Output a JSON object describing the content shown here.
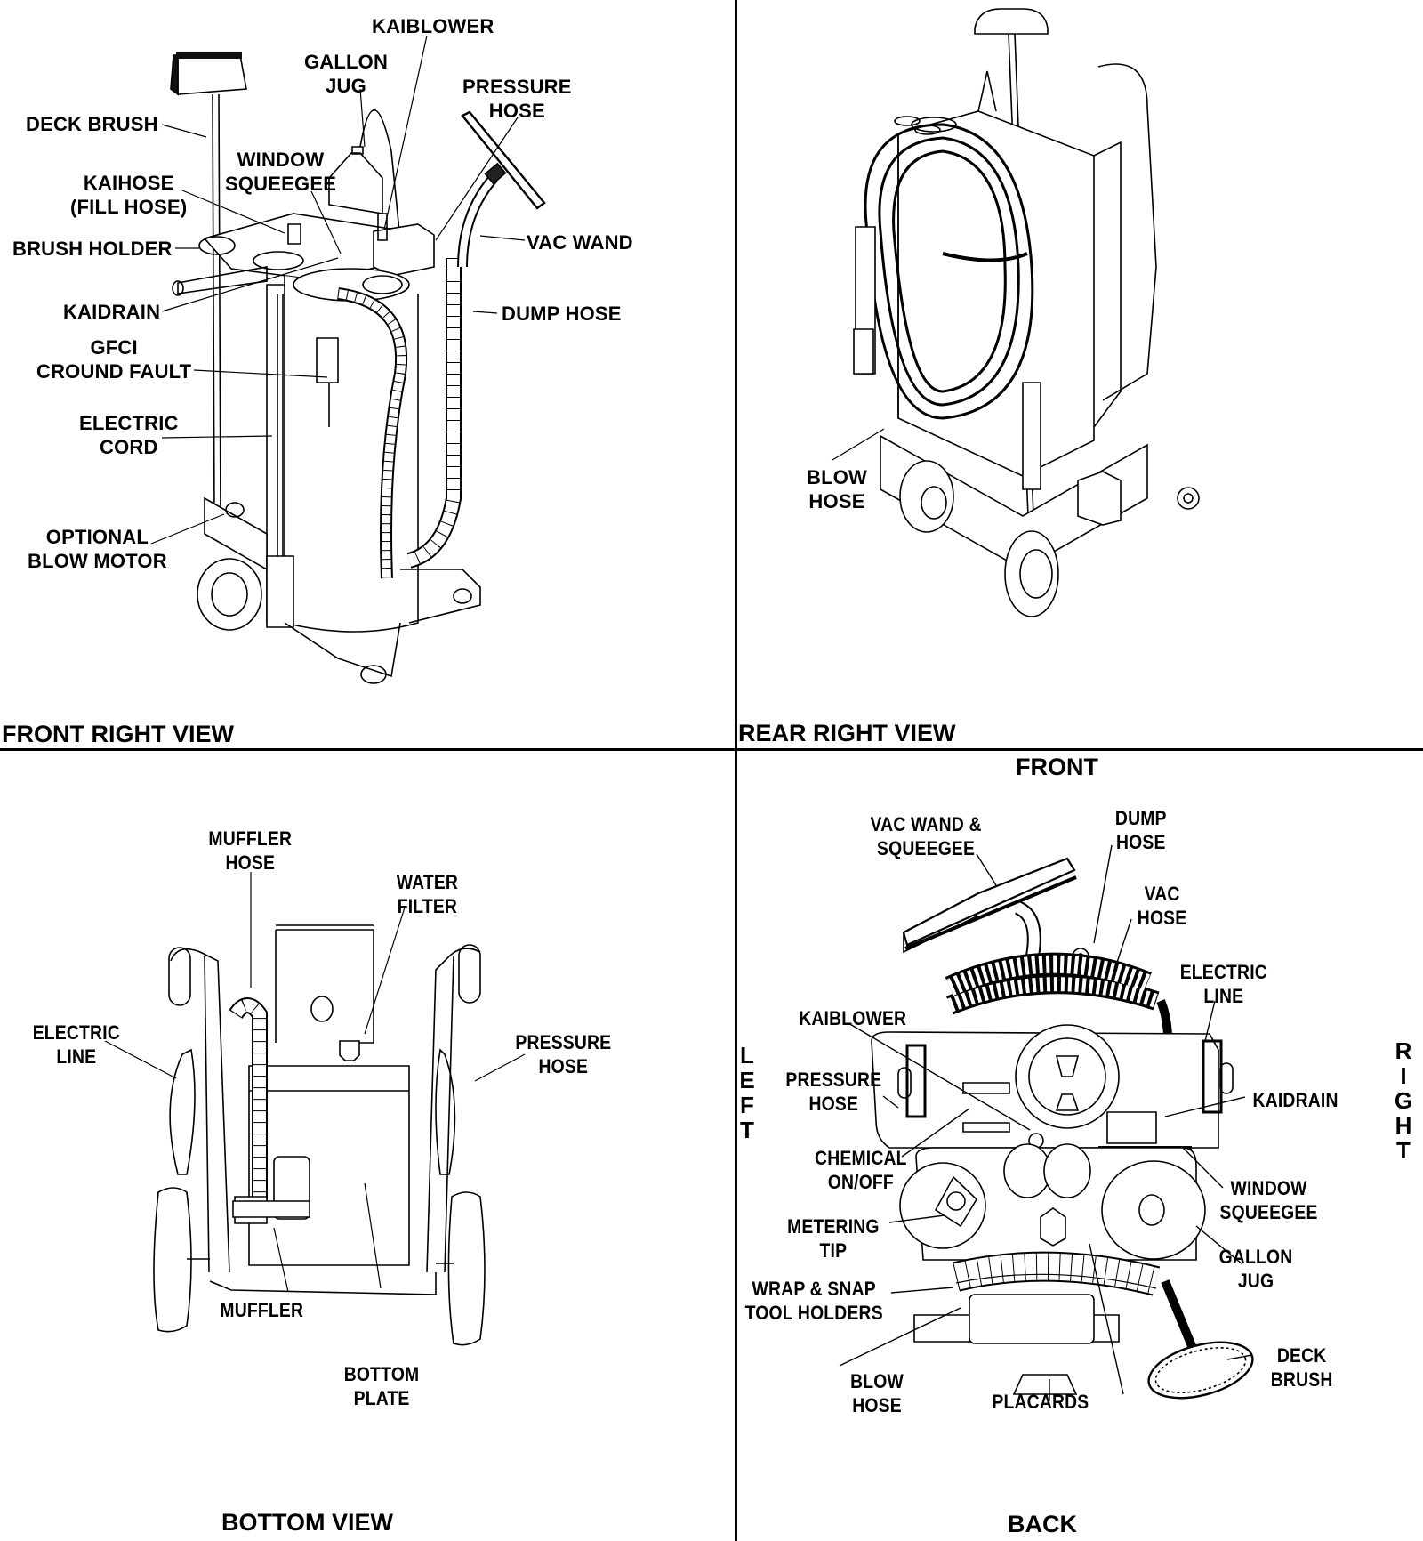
{
  "views": {
    "front_right": {
      "title": "FRONT RIGHT VIEW",
      "labels": {
        "kaiblower": "KAIBLOWER",
        "gallon_jug": "GALLON\nJUG",
        "pressure_hose": "PRESSURE\nHOSE",
        "deck_brush": "DECK BRUSH",
        "window_squeegee": "WINDOW\nSQUEEGEE",
        "kaihose": "KAIHOSE\n(FILL HOSE)",
        "brush_holder": "BRUSH HOLDER",
        "vac_wand": "VAC WAND",
        "kaidrain": "KAIDRAIN",
        "dump_hose": "DUMP HOSE",
        "gfci": "GFCI\nCROUND FAULT",
        "electric_cord": "ELECTRIC\nCORD",
        "optional_blow_motor": "OPTIONAL\nBLOW MOTOR"
      }
    },
    "rear_right": {
      "title": "REAR RIGHT VIEW",
      "labels": {
        "blow_hose": "BLOW\nHOSE"
      }
    },
    "bottom": {
      "title": "BOTTOM VIEW",
      "labels": {
        "muffler_hose": "MUFFLER\nHOSE",
        "water_filter": "WATER\nFILTER",
        "electric_line": "ELECTRIC\nLINE",
        "pressure_hose": "PRESSURE\nHOSE",
        "muffler": "MUFFLER",
        "bottom_plate": "BOTTOM\nPLATE"
      }
    },
    "top": {
      "front_label": "FRONT",
      "back_label": "BACK",
      "left_label": "L\nE\nF\nT",
      "right_label": "R\nI\nG\nH\nT",
      "labels": {
        "vac_wand_squeegee": "VAC WAND &\nSQUEEGEE",
        "dump_hose": "DUMP\nHOSE",
        "vac_hose": "VAC\nHOSE",
        "electric_line": "ELECTRIC\nLINE",
        "kaiblower": "KAIBLOWER",
        "pressure_hose": "PRESSURE\nHOSE",
        "kaidrain": "KAIDRAIN",
        "chemical_onoff": "CHEMICAL\nON/OFF",
        "window_squeegee": "WINDOW\nSQUEEGEE",
        "metering_tip": "METERING\nTIP",
        "gallon_jug": "GALLON\nJUG",
        "wrap_snap": "WRAP & SNAP\nTOOL HOLDERS",
        "deck_brush": "DECK\nBRUSH",
        "blow_hose": "BLOW\nHOSE",
        "placards": "PLACARDS"
      }
    }
  }
}
